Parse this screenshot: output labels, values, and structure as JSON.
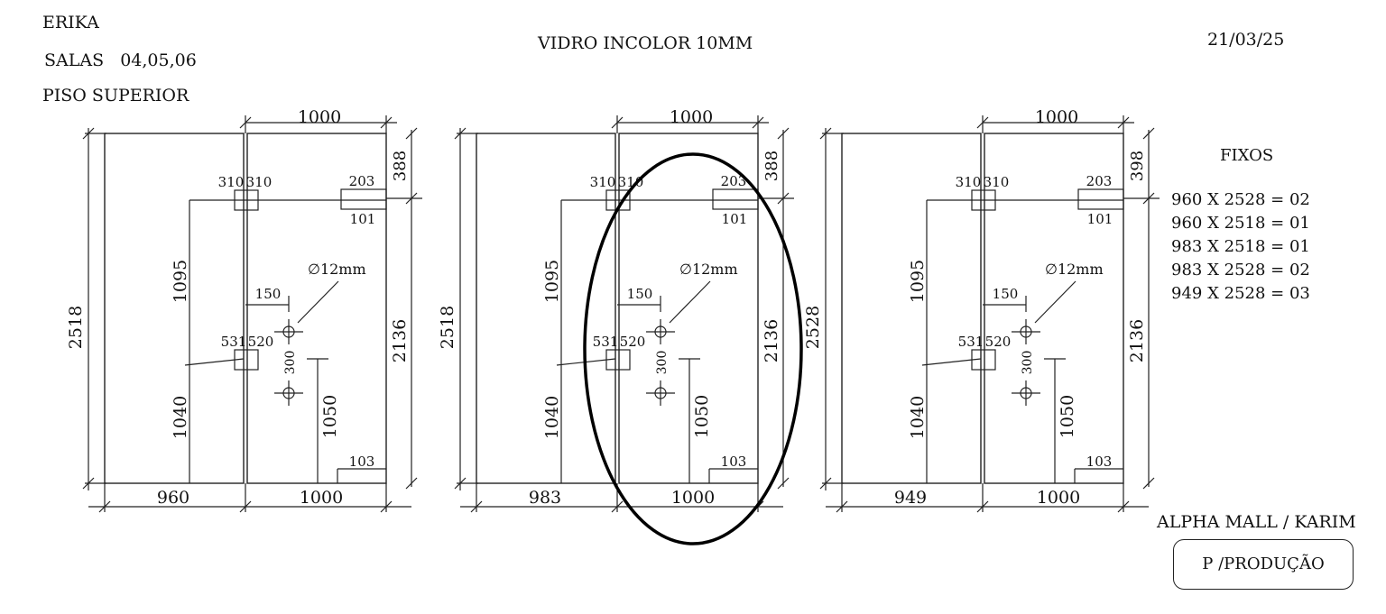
{
  "header": {
    "client_name": "ERIKA",
    "rooms": "SALAS   04,05,06",
    "floor": "PISO SUPERIOR",
    "material": "VIDRO INCOLOR 10MM",
    "date": "21/03/25"
  },
  "drawings": [
    {
      "overall_height": "2518",
      "left_width": "960",
      "right_width": "1000",
      "top_width": "1000",
      "top_right": "388",
      "right_height": "2136",
      "upper_vertical": "1095",
      "lower_vertical": "1040",
      "handle_height": "1050",
      "hinge_top_a": "310",
      "hinge_top_b": "310",
      "hinge_bottom_a": "531",
      "hinge_bottom_b": "520",
      "corner_top": "203",
      "corner_top_b": "101",
      "corner_bottom": "103",
      "hole_diameter": "∅12mm",
      "hole_offset": "150",
      "hole_spacing": "300"
    },
    {
      "overall_height": "2518",
      "left_width": "983",
      "right_width": "1000",
      "top_width": "1000",
      "top_right": "388",
      "right_height": "2136",
      "upper_vertical": "1095",
      "lower_vertical": "1040",
      "handle_height": "1050",
      "hinge_top_a": "310",
      "hinge_top_b": "310",
      "hinge_bottom_a": "531",
      "hinge_bottom_b": "520",
      "corner_top": "203",
      "corner_top_b": "101",
      "corner_bottom": "103",
      "hole_diameter": "∅12mm",
      "hole_offset": "150",
      "hole_spacing": "300"
    },
    {
      "overall_height": "2528",
      "left_width": "949",
      "right_width": "1000",
      "top_width": "1000",
      "top_right": "398",
      "right_height": "2136",
      "upper_vertical": "1095",
      "lower_vertical": "1040",
      "handle_height": "1050",
      "hinge_top_a": "310",
      "hinge_top_b": "310",
      "hinge_bottom_a": "531",
      "hinge_bottom_b": "520",
      "corner_top": "203",
      "corner_top_b": "101",
      "corner_bottom": "103",
      "hole_diameter": "∅12mm",
      "hole_offset": "150",
      "hole_spacing": "300"
    }
  ],
  "fixos": {
    "title": "FIXOS",
    "items": [
      "960 X 2528 = 02",
      "960 X 2518 = 01",
      "983 X 2518 = 01",
      "983 X 2528 = 02",
      "949 X 2528 = 03"
    ]
  },
  "footer": {
    "client": "ALPHA MALL / KARIM",
    "stamp": "P /PRODUÇÃO"
  }
}
